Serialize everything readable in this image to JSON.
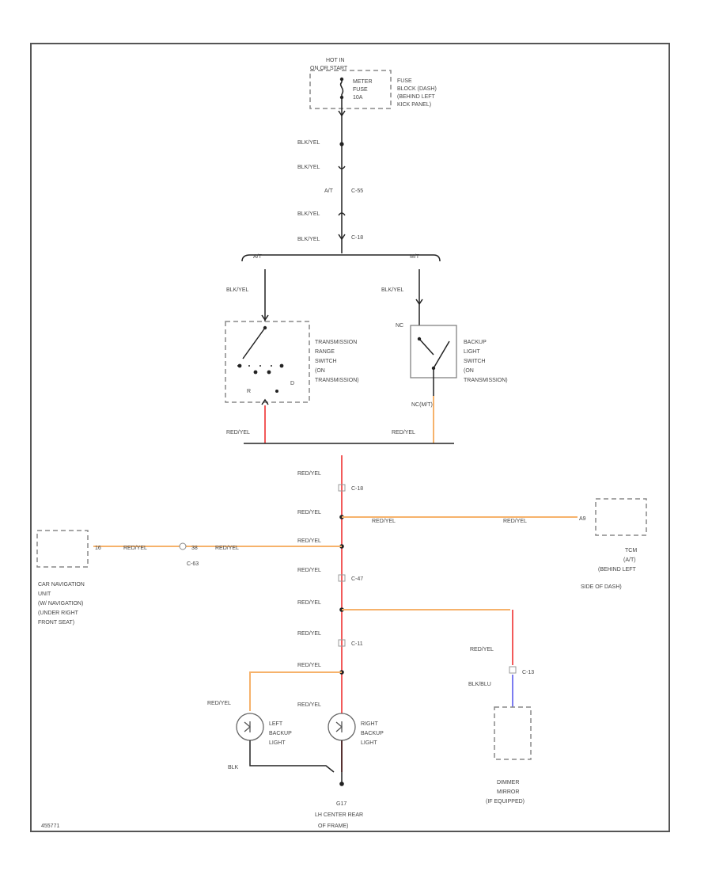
{
  "colors": {
    "red": "#f25a5a",
    "orange": "#f6b26b",
    "blue": "#7c7cf0",
    "wire": "#222222",
    "frame": "#555555"
  },
  "power": {
    "hot": "HOT IN",
    "hot_sub": "ON OR START",
    "fuse_name": "METER",
    "fuse_word": "FUSE",
    "fuse_amp": "10A",
    "block": [
      "FUSE",
      "BLOCK (DASH)",
      "(BEHIND LEFT",
      "KICK PANEL)"
    ]
  },
  "upper_wires": {
    "w1": "BLK/YEL",
    "w2": "BLK/YEL",
    "at": "A/T",
    "c55": "C-55",
    "w3": "BLK/YEL",
    "w4": "BLK/YEL",
    "c18": "C-18"
  },
  "split": {
    "at": "A/T",
    "mt": "M/T"
  },
  "left_switch": {
    "in_wire": "BLK/YEL",
    "lines": [
      "TRANSMISSION",
      "RANGE",
      "SWITCH",
      "(ON",
      "TRANSMISSION)"
    ],
    "pos_r": "R",
    "pos_d": "D",
    "out_wire": "RED/YEL"
  },
  "right_switch": {
    "in_wire": "BLK/YEL",
    "nc": "NC",
    "nc_label": "NC(M/T)",
    "lines": [
      "BACKUP",
      "LIGHT",
      "SWITCH",
      "(ON",
      "TRANSMISSION)"
    ],
    "out_wire": "RED/YEL"
  },
  "trunk": {
    "w1": "RED/YEL",
    "c18": "C-18",
    "w2": "RED/YEL",
    "w3": "RED/YEL",
    "w4": "RED/YEL",
    "c47": "C-47",
    "w5": "RED/YEL",
    "w6": "RED/YEL",
    "c11": "C-11",
    "w7": "RED/YEL",
    "w8": "RED/YEL"
  },
  "tcm": {
    "pin": "A9",
    "wire1": "RED/YEL",
    "wire2": "RED/YEL",
    "lines": [
      "TCM",
      "(A/T)",
      "(BEHIND LEFT",
      "SIDE OF DASH)"
    ]
  },
  "nav": {
    "pin1": "16",
    "pin2": "38",
    "wire1": "RED/YEL",
    "wire2": "RED/YEL",
    "conn": "C-63",
    "lines": [
      "CAR NAVIGATION",
      "UNIT",
      "(W/ NAVIGATION)",
      "(UNDER RIGHT",
      "FRONT SEAT)"
    ]
  },
  "mirror": {
    "wire1": "RED/YEL",
    "conn": "C-13",
    "wire2": "BLK/BLU",
    "lines": [
      "DIMMER",
      "MIRROR",
      "(IF EQUIPPED)"
    ]
  },
  "lamps": {
    "left_wire": "RED/YEL",
    "left": [
      "LEFT",
      "BACKUP",
      "LIGHT"
    ],
    "right": [
      "RIGHT",
      "BACKUP",
      "LIGHT"
    ],
    "ground_wire": "BLK"
  },
  "ground": {
    "id": "G17",
    "lines": [
      "LH CENTER REAR",
      "OF FRAME)"
    ]
  },
  "footer_code": "455771"
}
